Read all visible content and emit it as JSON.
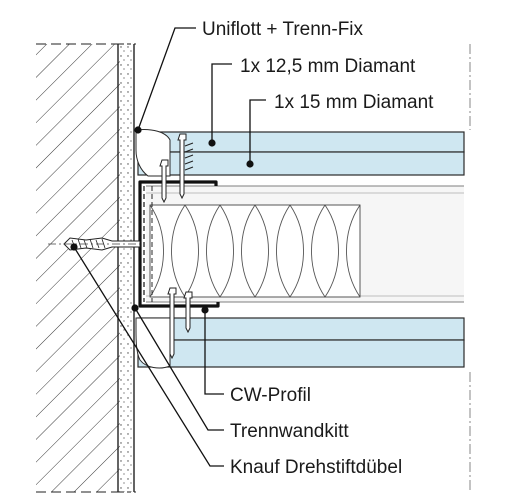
{
  "labels": {
    "uniflott": "Uniflott + Trenn-Fix",
    "board_125": "1x 12,5 mm Diamant",
    "board_15": "1x 15 mm Diamant",
    "cw_profil": "CW-Profil",
    "trennwandkitt": "Trennwandkitt",
    "duebel": "Knauf Drehstiftdübel"
  },
  "colors": {
    "board_fill": "#cfe7f1",
    "board_edge": "#2a2a2a",
    "hatch": "#3a3a3a",
    "profile": "#111111",
    "insulation": "#f4f4f4"
  }
}
